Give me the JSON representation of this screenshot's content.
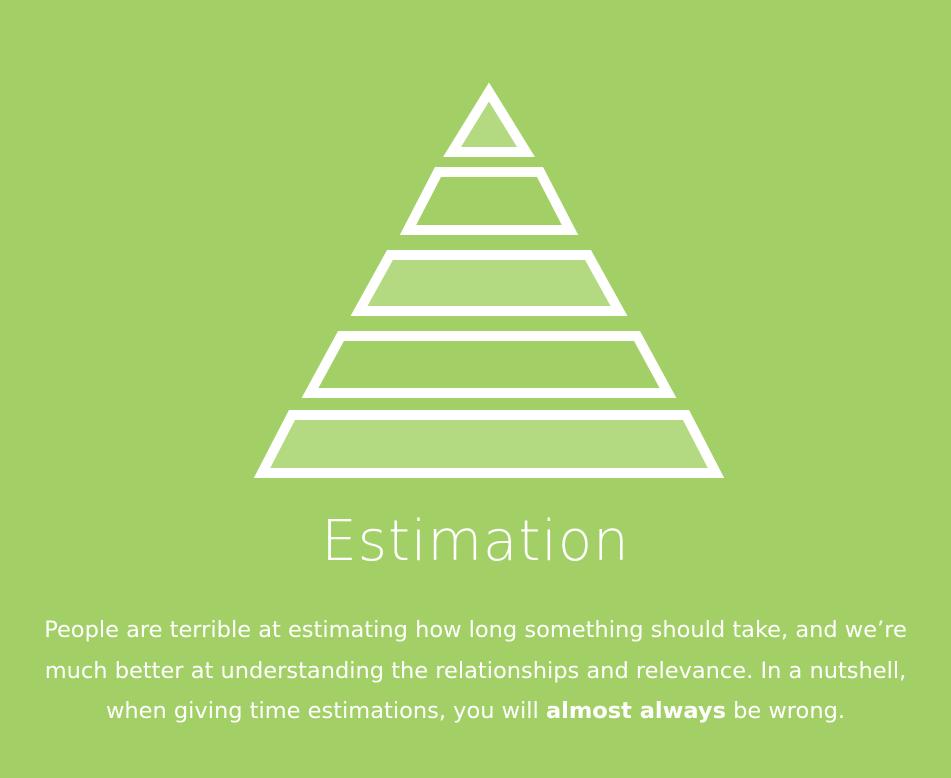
{
  "slide": {
    "title": "Estimation",
    "body": {
      "part1": "People are terrible at estimating how long something should take, and we’re much better at understanding the relationships and relevance. In a nutshell, when giving time estimations, you will ",
      "emphasis": "almost always",
      "part2": " be wrong."
    },
    "colors": {
      "background": "#a3d066",
      "foreground": "#ffffff",
      "tier_fill_light": "#b3da80",
      "tier_fill_base": "#a3d066"
    },
    "icon": "pyramid-icon"
  }
}
